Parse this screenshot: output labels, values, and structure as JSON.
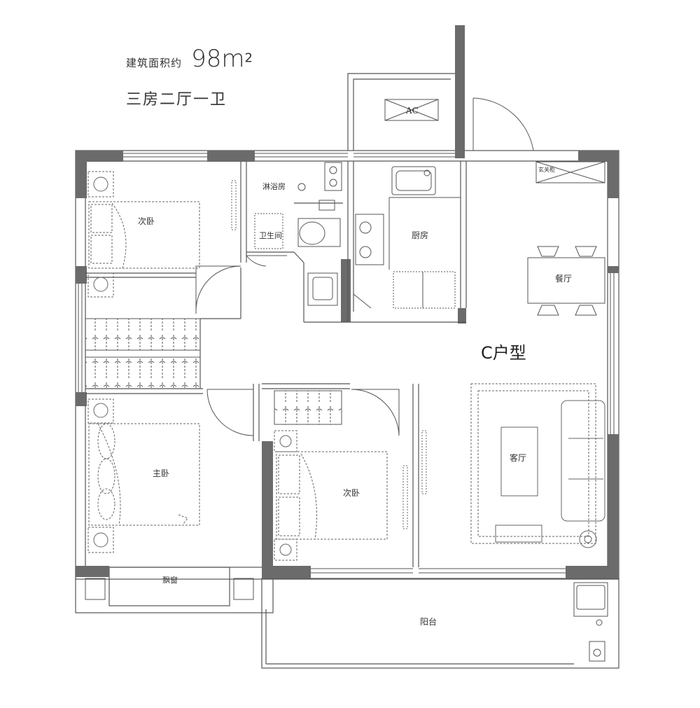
{
  "header": {
    "area_label": "建筑面积约",
    "area_value": "98m",
    "area_unit_sup": "2",
    "layout_description": "三房二厅一卫"
  },
  "unit_type": "C户型",
  "rooms": {
    "secondary_bedroom_top": "次卧",
    "shower": "淋浴房",
    "bathroom": "卫生间",
    "kitchen": "厨房",
    "dining": "餐厅",
    "master_bedroom": "主卧",
    "secondary_bedroom_mid": "次卧",
    "living": "客厅",
    "bay_window": "飘窗",
    "balcony": "阳台",
    "entry_cabinet": "玄关柜",
    "ac": "AC"
  },
  "colors": {
    "wall": "#6b6b6b",
    "line": "#555555",
    "dash": "#666666"
  }
}
